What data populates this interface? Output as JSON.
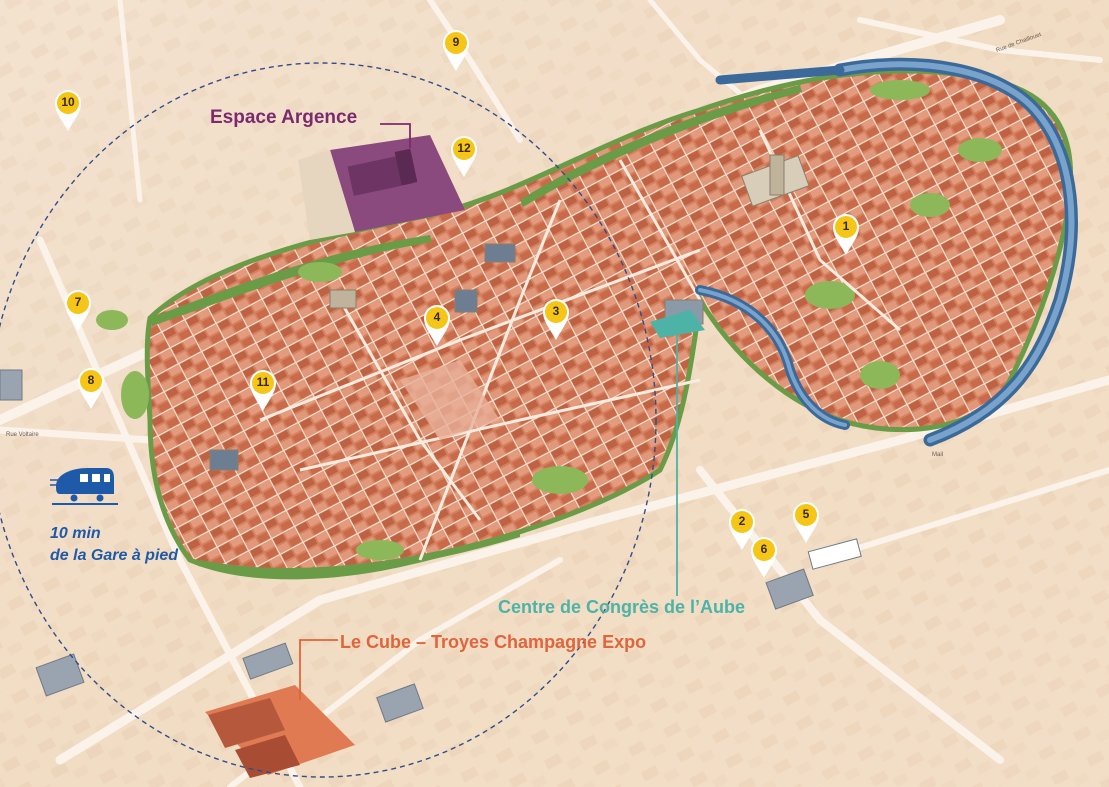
{
  "map": {
    "pins": [
      {
        "label": "1"
      },
      {
        "label": "2"
      },
      {
        "label": "3"
      },
      {
        "label": "4"
      },
      {
        "label": "5"
      },
      {
        "label": "6"
      },
      {
        "label": "7"
      },
      {
        "label": "8"
      },
      {
        "label": "9"
      },
      {
        "label": "10"
      },
      {
        "label": "11"
      },
      {
        "label": "12"
      }
    ],
    "venues": {
      "argence": "Espace Argence",
      "congres": "Centre de Congrès de l’Aube",
      "cube": "Le Cube – Troyes Champagne Expo"
    },
    "walk": {
      "line1": "10 min",
      "line2": "de la Gare à pied"
    },
    "streets": {
      "rue_voltaire": "Rue Voltaire",
      "mail": "Mail",
      "rue_chaillouet": "Rue de Chaillouet"
    },
    "colors": {
      "pin": "#f5c518",
      "argence": "#7b2a6e",
      "congres": "#4cb3a6",
      "cube": "#e0643c",
      "walk": "#1e5aa8",
      "canal": "#4a78a8"
    },
    "icons": {
      "train": "train-icon",
      "pin": "map-pin-icon"
    }
  }
}
